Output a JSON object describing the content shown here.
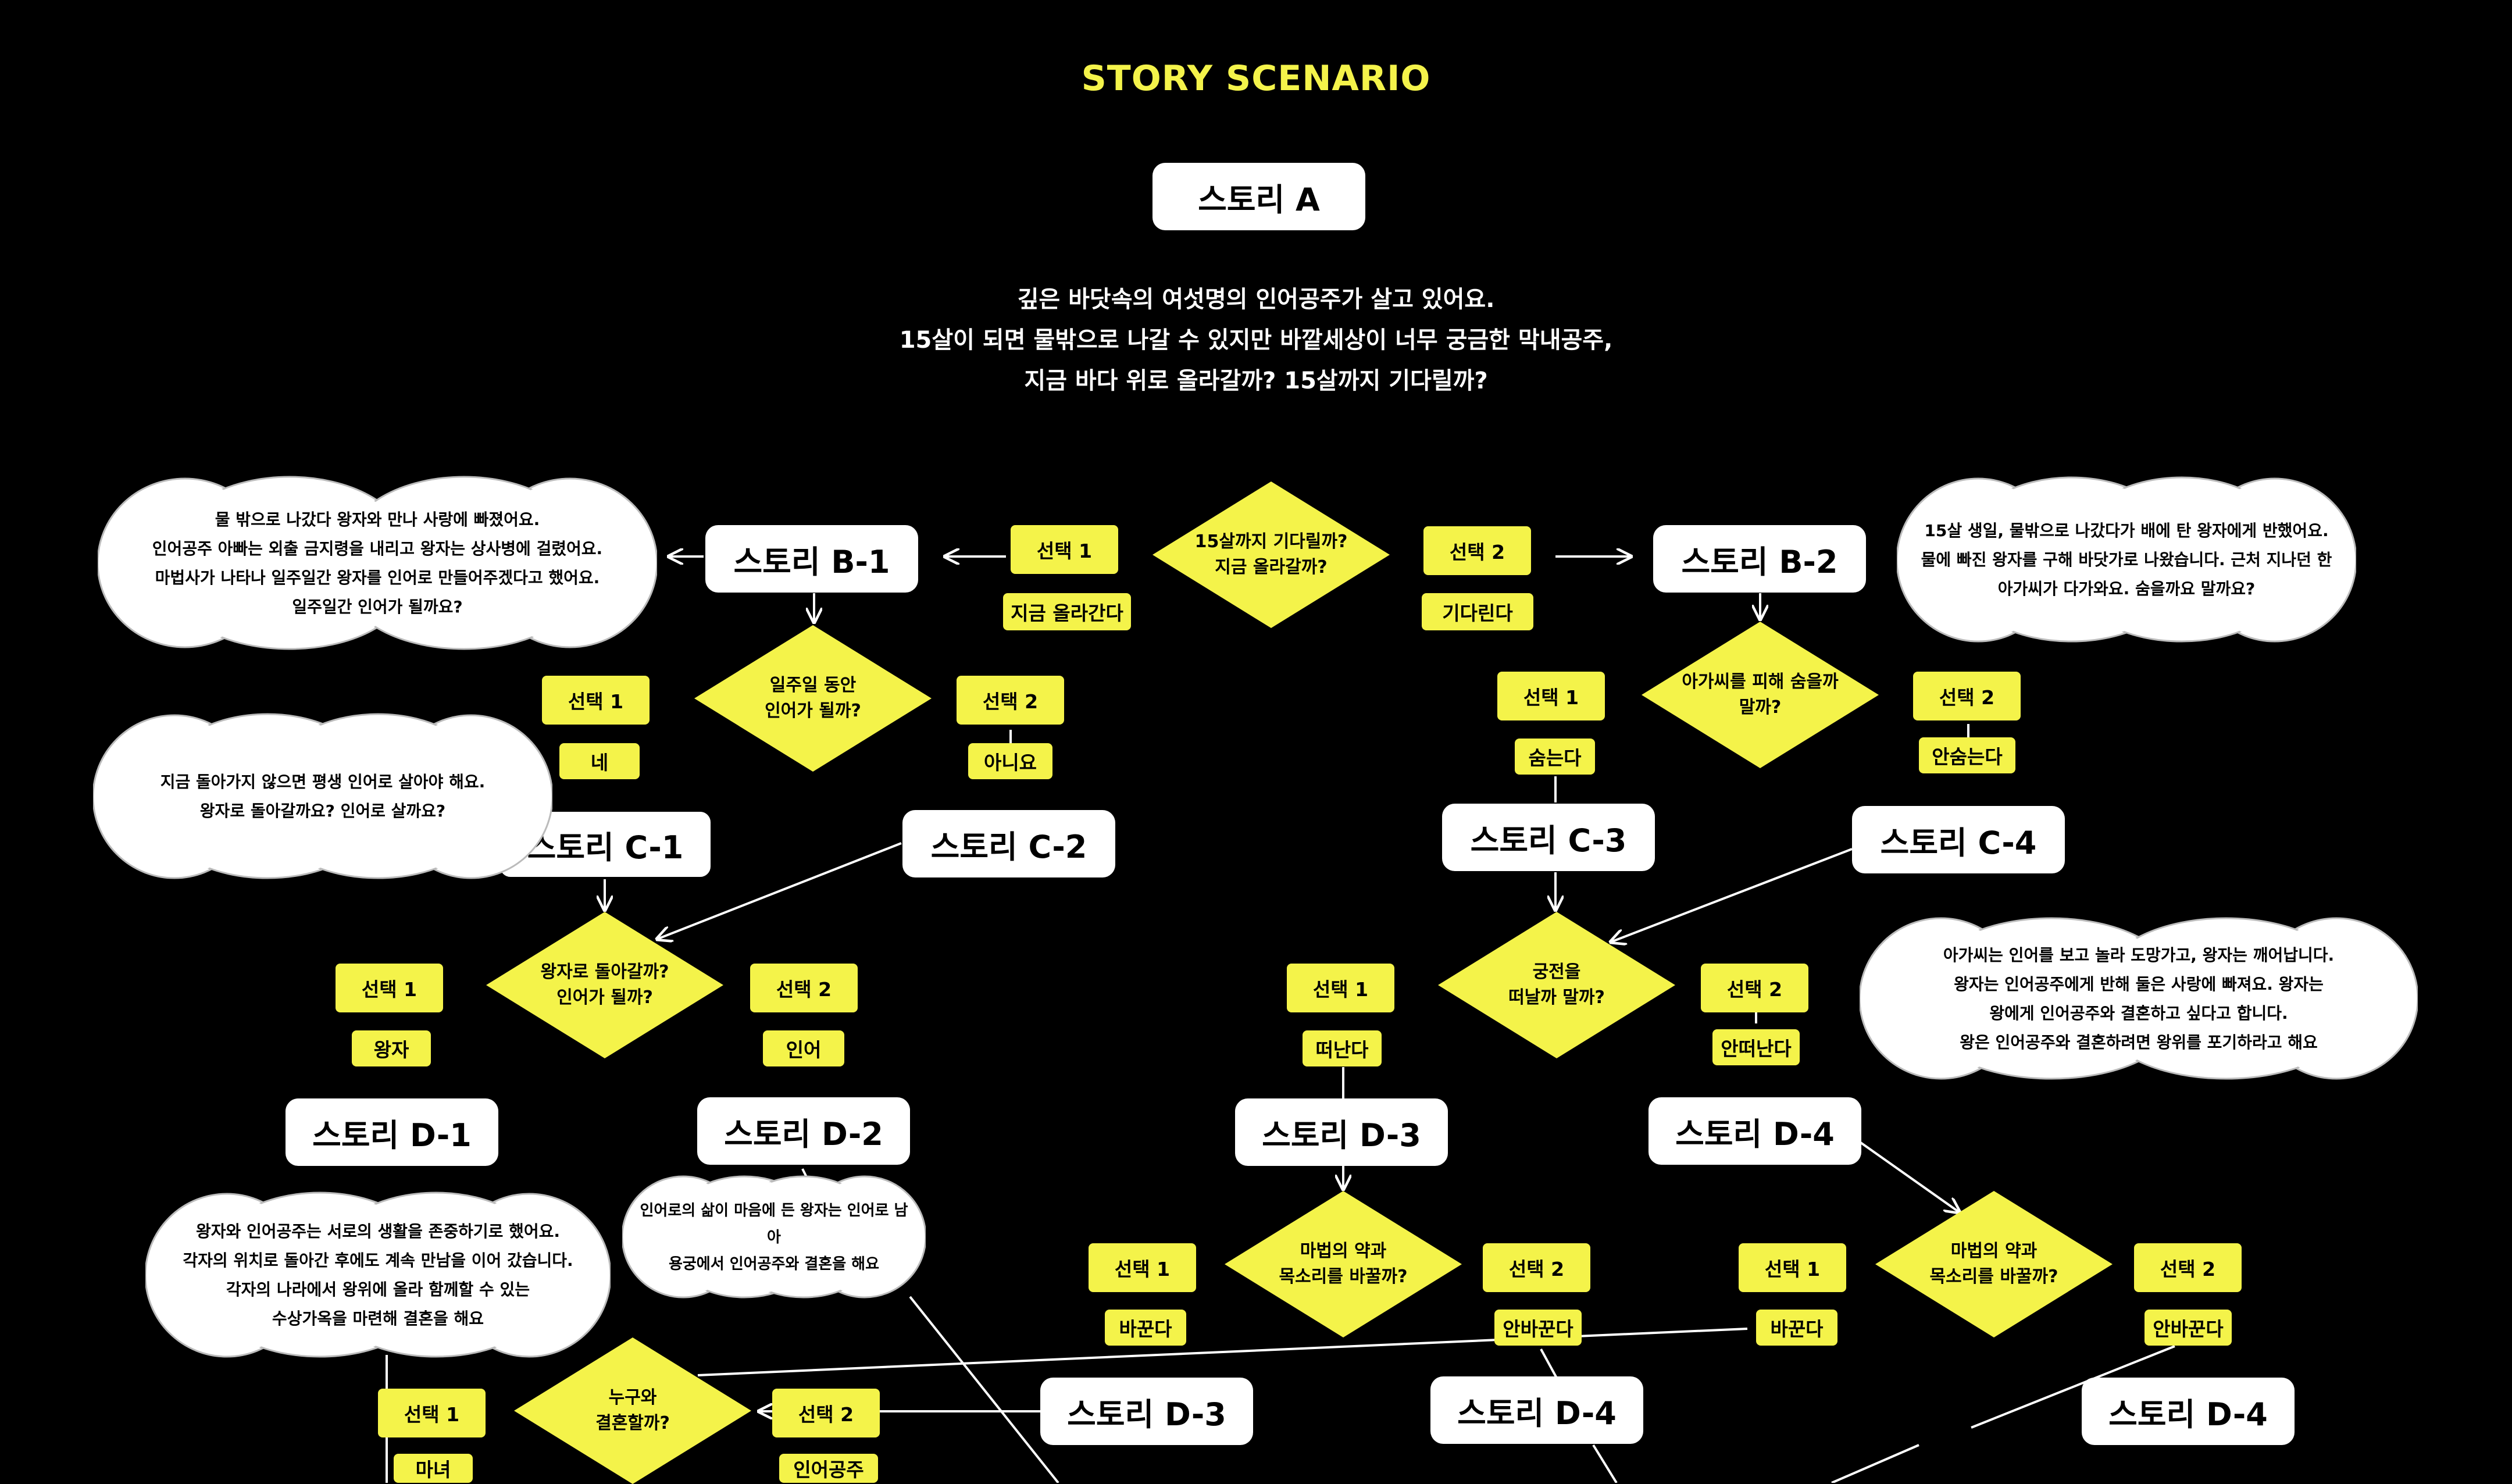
{
  "title": "STORY SCENARIO",
  "intro": "깊은 바닷속의 여섯명의 인어공주가 살고 있어요.\n15살이 되면 물밖으로 나갈 수 있지만 바깥세상이 너무 궁금한 막내공주,\n지금 바다 위로 올라갈까? 15살까지 기다릴까?",
  "stories": {
    "a": "스토리 A",
    "b1": "스토리 B-1",
    "b2": "스토리 B-2",
    "c1": "스토리 C-1",
    "c2": "스토리 C-2",
    "c3": "스토리 C-3",
    "c4": "스토리 C-4",
    "d1": "스토리 D-1",
    "d2": "스토리 D-2",
    "d3": "스토리 D-3",
    "d4": "스토리 D-4",
    "d3b": "스토리 D-3",
    "d4b": "스토리 D-4",
    "d4c": "스토리 D-4"
  },
  "decisions": {
    "q1": "15살까지 기다릴까?\n지금 올라갈까?",
    "q2": "일주일 동안\n인어가 될까?",
    "q3": "아가씨를 피해 숨을까\n말까?",
    "q4": "왕자로 돌아갈까?\n인어가 될까?",
    "q5": "궁전을\n떠날까 말까?",
    "q6": "마법의 약과\n목소리를 바꿀까?",
    "q7": "마법의 약과\n목소리를 바꿀까?",
    "q8": "누구와\n결혼할까?"
  },
  "choice_label_1": "선택 1",
  "choice_label_2": "선택 2",
  "answers": {
    "q1_1": "지금 올라간다",
    "q1_2": "기다린다",
    "q2_1": "네",
    "q2_2": "아니요",
    "q3_1": "숨는다",
    "q3_2": "안숨는다",
    "q4_1": "왕자",
    "q4_2": "인어",
    "q5_1": "떠난다",
    "q5_2": "안떠난다",
    "q6_1": "바꾼다",
    "q6_2": "안바꾼다",
    "q7_1": "바꾼다",
    "q7_2": "안바꾼다",
    "q8_1": "마녀",
    "q8_2": "인어공주"
  },
  "narratives": {
    "b1": "물 밖으로 나갔다 왕자와 만나 사랑에 빠졌어요.\n인어공주 아빠는 외출 금지령을 내리고 왕자는 상사병에 걸렸어요.\n마법사가 나타나 일주일간 왕자를 인어로 만들어주겠다고 했어요.\n일주일간 인어가 될까요?",
    "b2": "15살 생일, 물밖으로 나갔다가 배에 탄 왕자에게 반했어요.\n물에 빠진 왕자를 구해 바닷가로 나왔습니다. 근처 지나던 한\n아가씨가 다가와요. 숨을까요 말까요?",
    "c1": "지금 돌아가지 않으면 평생 인어로 살아야 해요.\n왕자로 돌아갈까요? 인어로 살까요?",
    "c4": "아가씨는 인어를 보고 놀라 도망가고, 왕자는 깨어납니다.\n왕자는 인어공주에게 반해 둘은 사랑에 빠져요. 왕자는\n왕에게 인어공주와 결혼하고 싶다고 합니다.\n왕은 인어공주와 결혼하려면 왕위를 포기하라고 해요",
    "d1": "왕자와 인어공주는 서로의 생활을 존중하기로 했어요.\n각자의 위치로 돌아간 후에도 계속 만남을 이어 갔습니다.\n각자의 나라에서 왕위에 올라 함께할 수 있는\n수상가옥을 마련해 결혼을 해요",
    "d2": "인어로의 삶이 마음에 든 왕자는 인어로 남아\n용궁에서 인어공주와 결혼을 해요"
  },
  "colors": {
    "accent": "#f4f34a",
    "background": "#000000",
    "node": "#ffffff"
  }
}
